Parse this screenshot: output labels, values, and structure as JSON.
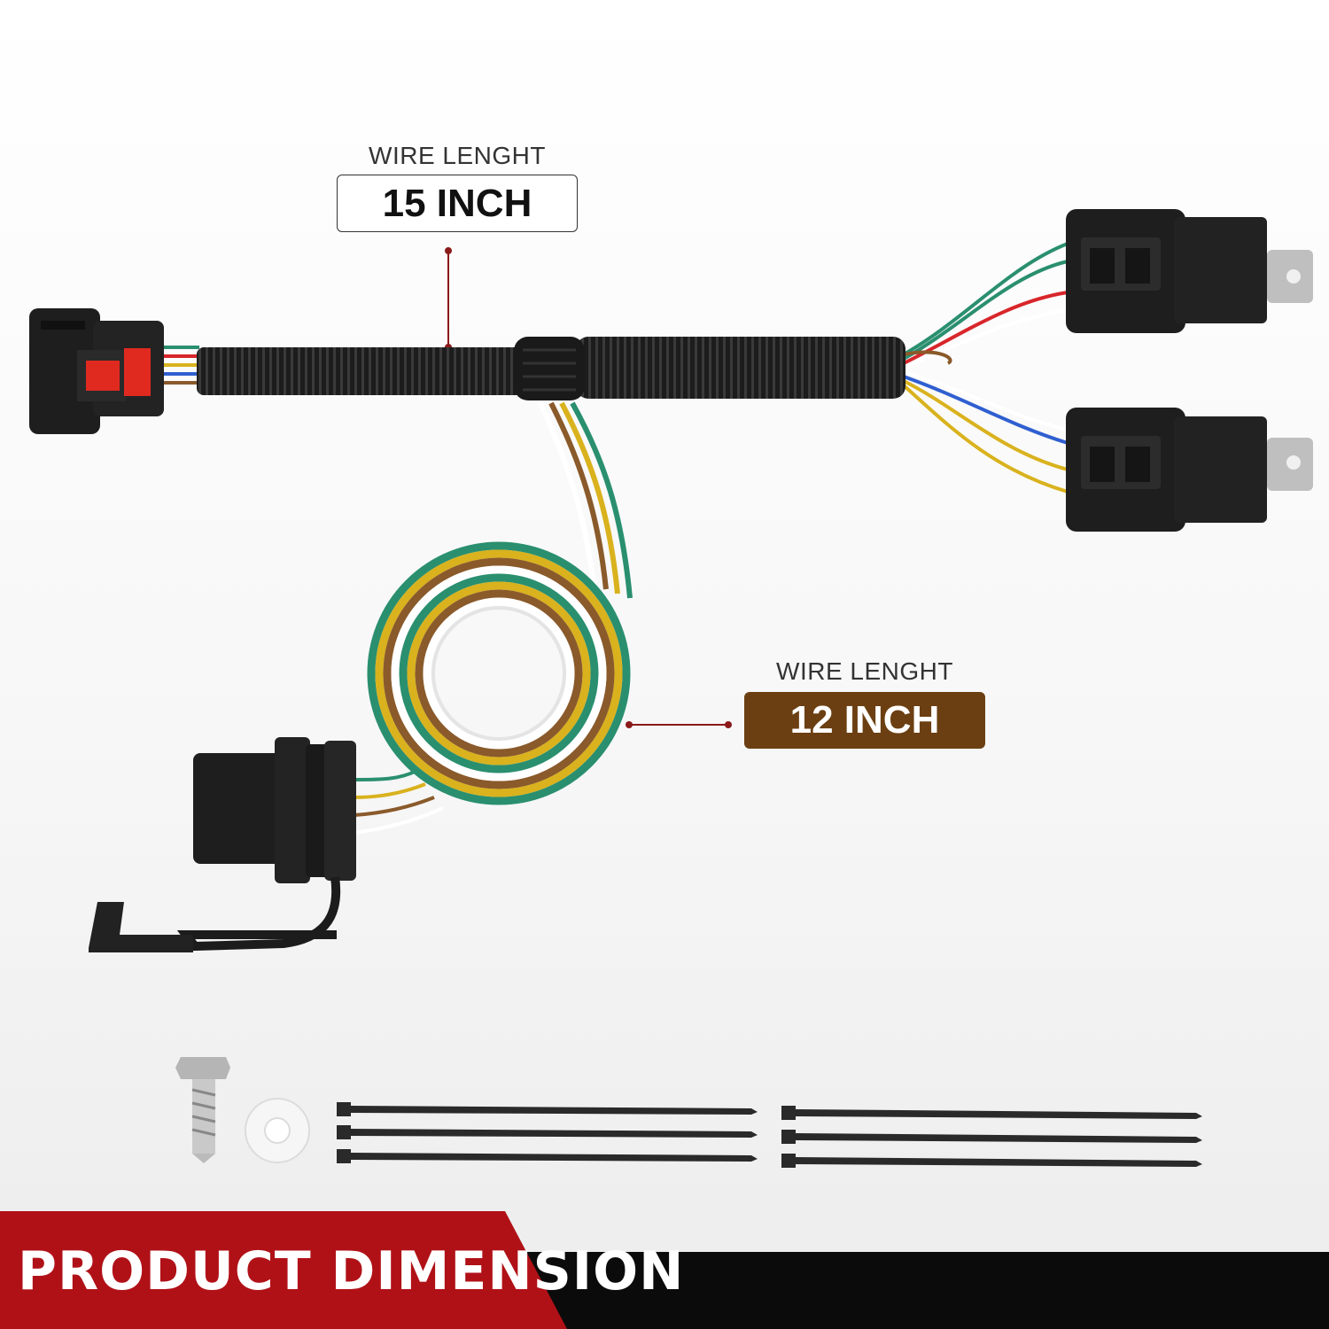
{
  "callouts": [
    {
      "caption": "WIRE LENGHT",
      "value": "15 INCH"
    },
    {
      "caption": "WIRE LENGHT",
      "value": "12 INCH"
    }
  ],
  "footer": {
    "title": "PRODUCT DIMENSION"
  },
  "colors": {
    "callout_value_fill": "#6b3f12",
    "leader_line": "#8b1a1a",
    "footer_red": "#b01117",
    "footer_black": "#0b0b0b",
    "wire_colors": [
      "#2a8f6f",
      "#d9b21e",
      "#8a5a2b",
      "#ffffff",
      "#d8262b",
      "#2f5fd0"
    ]
  },
  "accessories": {
    "screws": 1,
    "washers": 1,
    "cable_ties": 6
  }
}
